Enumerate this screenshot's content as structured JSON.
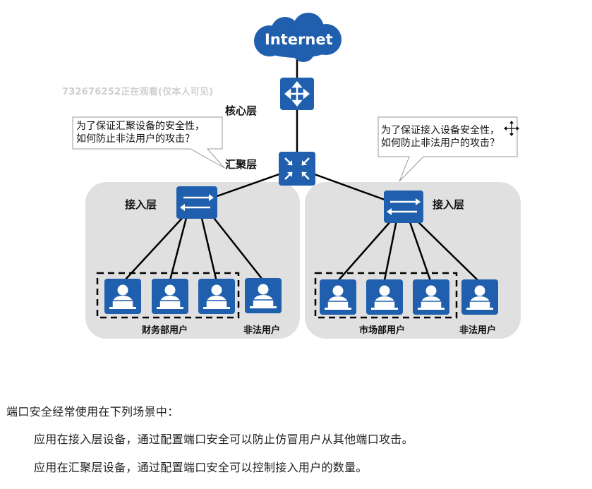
{
  "cloud_label": "Internet",
  "watermark": "732676252正在观看(仅本人可见)",
  "layers": {
    "core": "核心层",
    "aggregation": "汇聚层",
    "access_left": "接入层",
    "access_right": "接入层"
  },
  "bubbles": {
    "left": "为了保证汇聚设备的安全性，\n如何防止非法用户的攻击？",
    "right": "为了保证接入设备安全性，\n如何防止非法用户的攻击？"
  },
  "groups": {
    "finance_users": "财务部用户",
    "illegal_left": "非法用户",
    "market_users": "市场部用户",
    "illegal_right": "非法用户"
  },
  "description": {
    "intro": "端口安全经常使用在下列场景中：",
    "items": [
      "应用在接入层设备，通过配置端口安全可以防止仿冒用户从其他端口攻击。",
      "应用在汇聚层设备，通过配置端口安全可以控制接入用户的数量。"
    ]
  },
  "colors": {
    "device_blue": "#1f5fae",
    "panel_gray": "#e0e0e0",
    "cloud_blue": "#1f5fae"
  }
}
